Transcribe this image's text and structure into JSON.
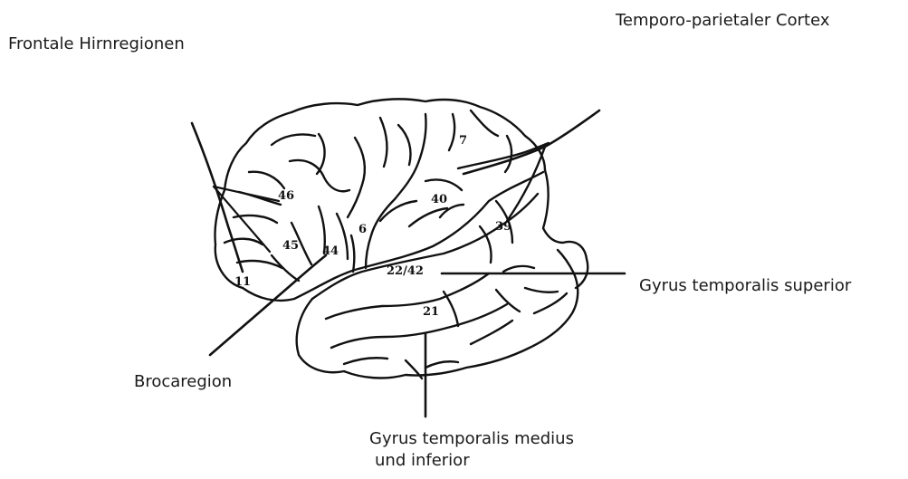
{
  "labels": {
    "frontal": "Frontale Hirnregionen",
    "temporo_parietal": "Temporo-parietaler Cortex",
    "gyrus_superior": "Gyrus temporalis superior",
    "broca": "Brocaregion",
    "gyrus_medius_line1": "Gyrus temporalis medius",
    "gyrus_medius_line2": "und inferior"
  },
  "areas": {
    "a7": "7",
    "a46": "46",
    "a40": "40",
    "a6": "6",
    "a39": "39",
    "a45": "45",
    "a44": "44",
    "a22_42": "22/42",
    "a11": "11",
    "a21": "21"
  },
  "colors": {
    "stroke": "#111111",
    "text": "#1a1a1a",
    "background": "#ffffff"
  }
}
